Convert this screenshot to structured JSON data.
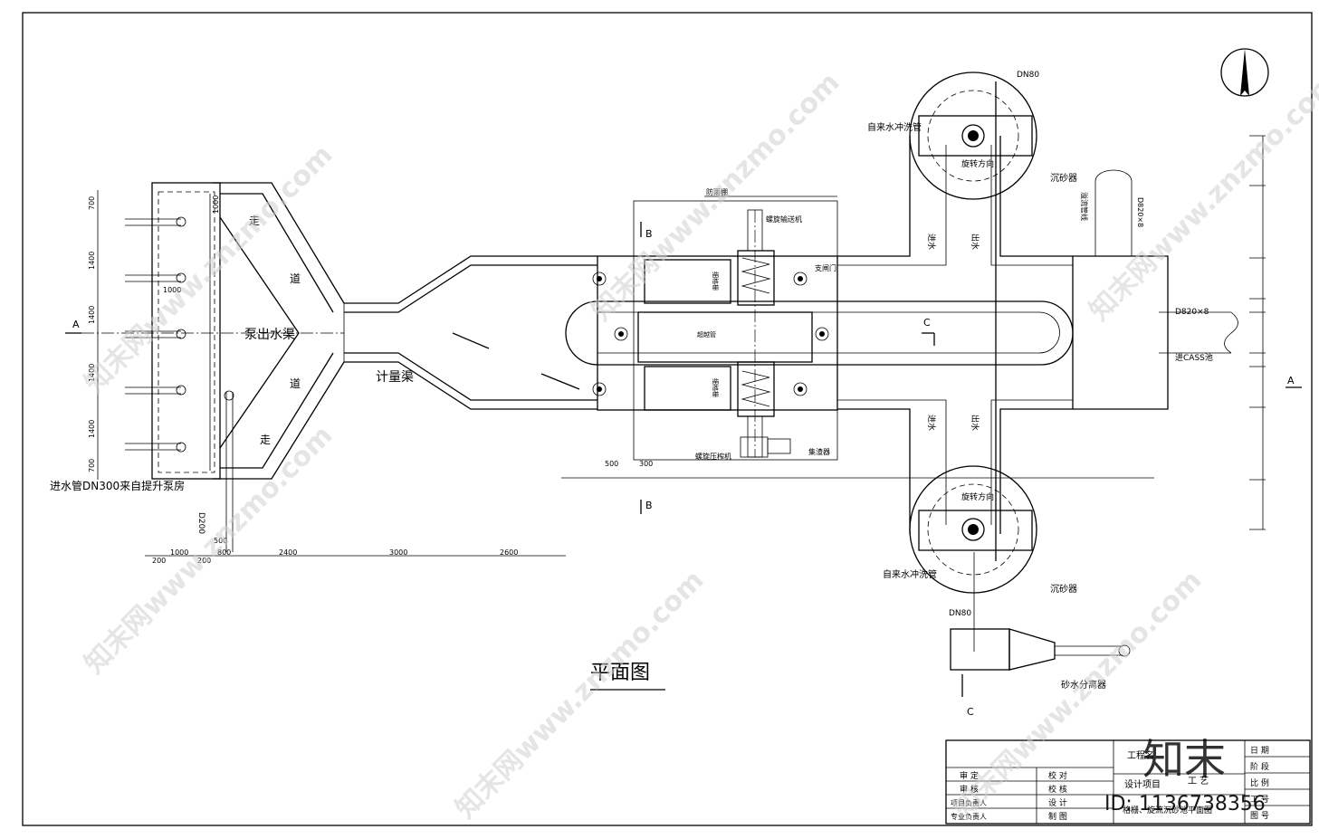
{
  "labels": {
    "plan_title": "平面图",
    "pump_channel": "泵出水渠",
    "metering_channel": "计量渠",
    "walkway": "走",
    "walkway2": "道",
    "inlet_pipe": "进水管DN300来自提升泵房",
    "screw_conveyor": "螺旋输送机",
    "rain_shed": "防雨棚",
    "dn80_top": "DN80",
    "dn80_bottom": "DN80",
    "tap_water_top": "自来水冲洗管",
    "tap_water_bottom": "自来水冲洗管",
    "rotation_dir_top": "旋转方向",
    "rotation_dir_bottom": "旋转方向",
    "grit_chamber_top": "沉砂器",
    "grit_chamber_bottom": "沉砂器",
    "sand_separator": "砂水分离器",
    "gate": "支闸门",
    "in_water_top": "进水",
    "out_water_top": "出水",
    "in_water_bottom": "进水",
    "out_water_bottom": "出水",
    "overflow_pipe": "溢流管线",
    "d820_vertical": "D820×8",
    "d820_horizontal": "D820×8",
    "to_cass": "进CASS池",
    "section_a": "A",
    "section_b": "B",
    "section_c": "C",
    "dim_500": "500",
    "dim_300": "300",
    "d200": "D200",
    "screw_press": "螺旋压榨机",
    "collector": "集渣器",
    "bypass": "超越管",
    "fine_screen": "细格栅",
    "screen_lbl": "栅格"
  },
  "dims_vertical": [
    "700",
    "1400",
    "1400",
    "1400",
    "1400",
    "700"
  ],
  "dims_horizontal": [
    "200",
    "1000",
    "200",
    "800",
    "2400",
    "3000",
    "2600"
  ],
  "dims_small": [
    "1000",
    "1000",
    "500"
  ],
  "title_block": {
    "project": "工程名",
    "design_item": "设计项目",
    "process": "工  艺",
    "drawing_name": "格栅、旋流沉砂池平面图",
    "rows_left": [
      "审  定",
      "审  核",
      "项目负责人",
      "专业负责人"
    ],
    "rows_mid": [
      "校  对",
      "校  核",
      "设  计",
      "制  图"
    ],
    "right_col": [
      "日  期",
      "阶  段",
      "比  例",
      "工  号",
      "图  号"
    ]
  },
  "watermark": {
    "text": "知末网www.znzmo.com",
    "logo": "知末",
    "id": "ID: 1136738356"
  }
}
